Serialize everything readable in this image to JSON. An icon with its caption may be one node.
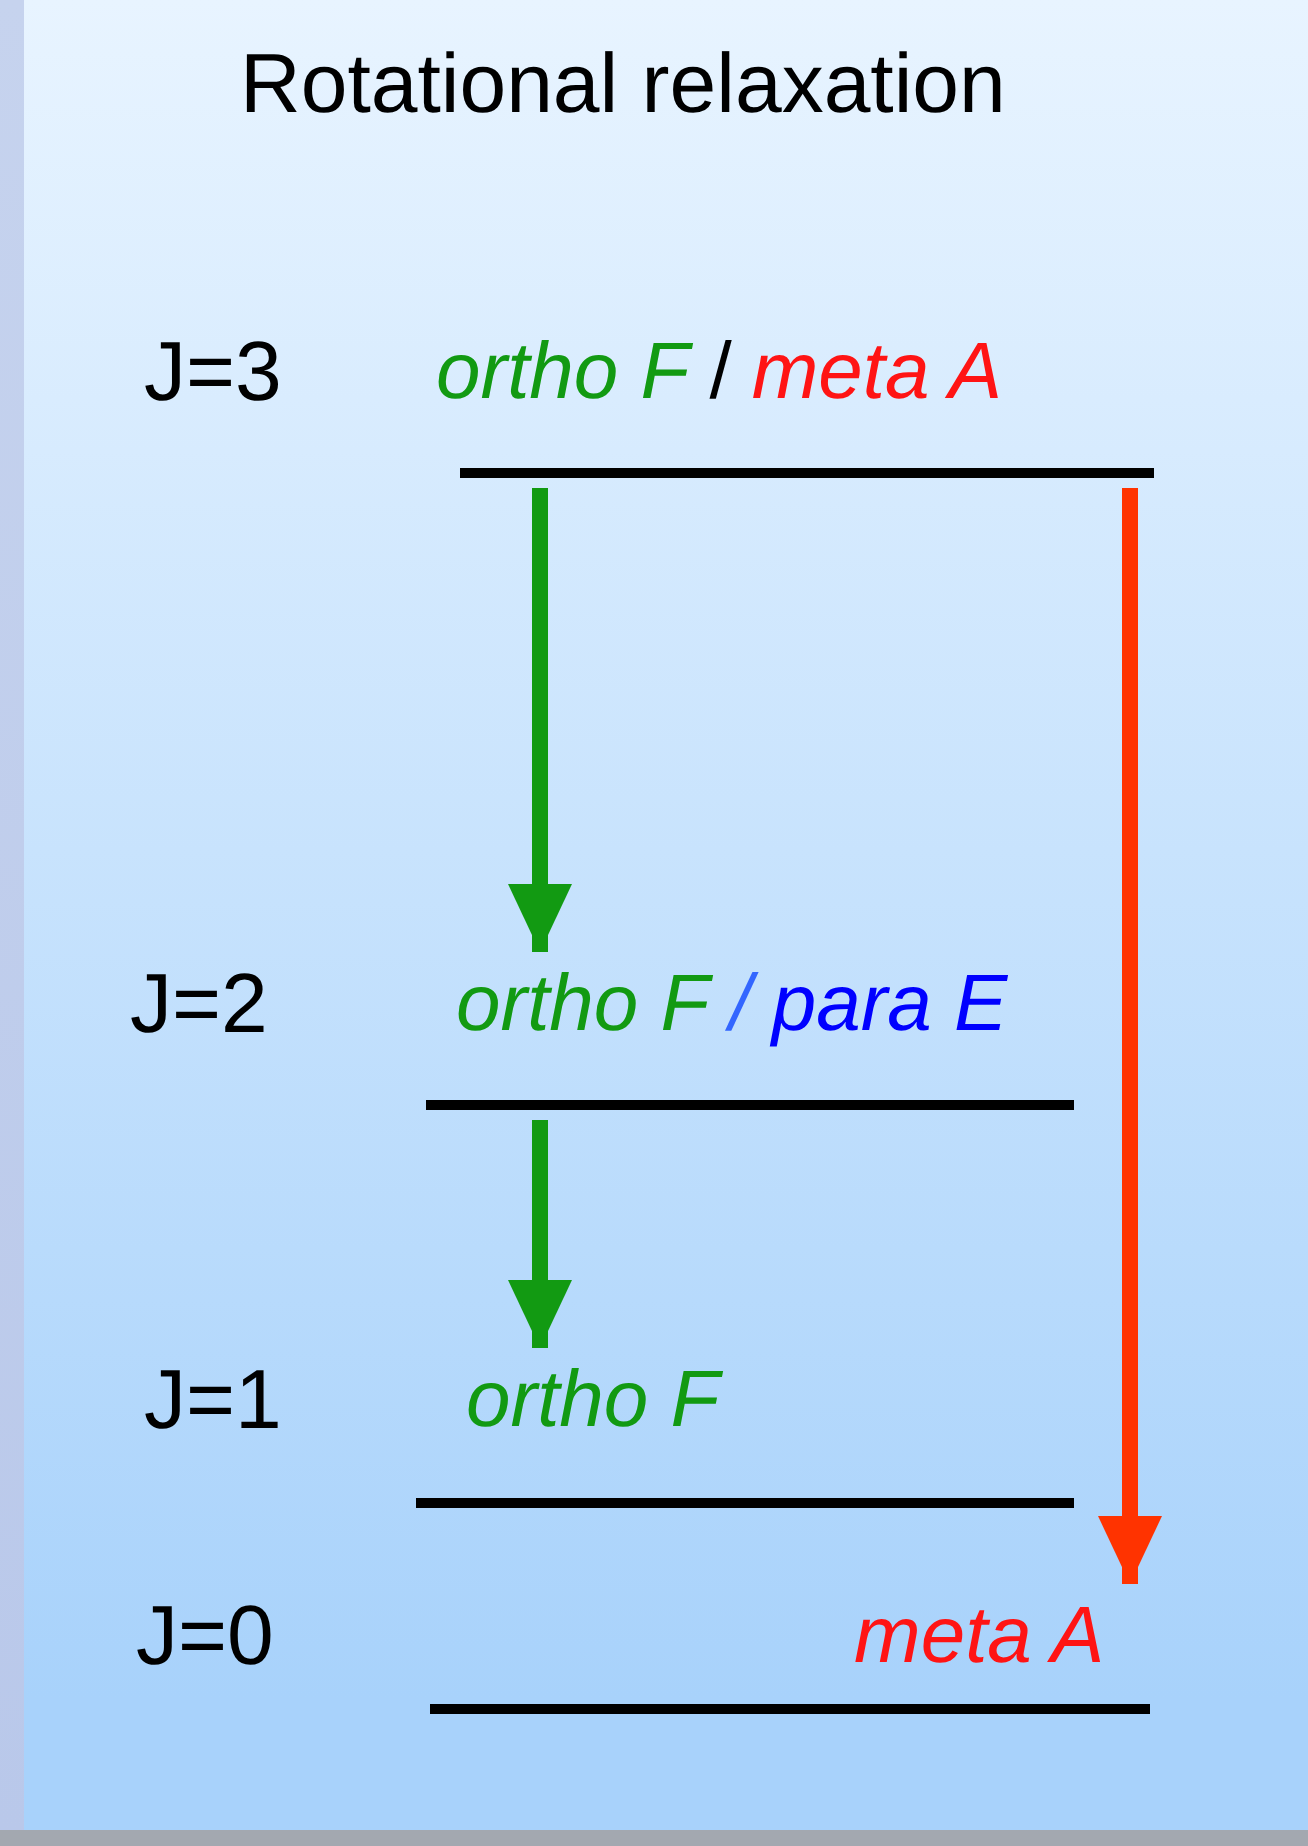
{
  "diagram": {
    "title": "Rotational relaxation",
    "nodes": [
      {
        "text": [
          "J=3",
          "ortho F",
          "/",
          "meta A"
        ]
      },
      {
        "text": [
          "J=2",
          "ortho F",
          "/",
          "para E"
        ]
      },
      {
        "text": [
          "J=1",
          "ortho F"
        ]
      },
      {
        "text": [
          "J=0",
          "meta A"
        ]
      }
    ],
    "edges": [
      {
        "from": 0,
        "to": 1,
        "arrow": "to"
      },
      {
        "from": 1,
        "to": 2,
        "arrow": "to"
      },
      {
        "from": 0,
        "to": 3,
        "arrow": "to",
        "color": "#ff3300"
      }
    ]
  }
}
